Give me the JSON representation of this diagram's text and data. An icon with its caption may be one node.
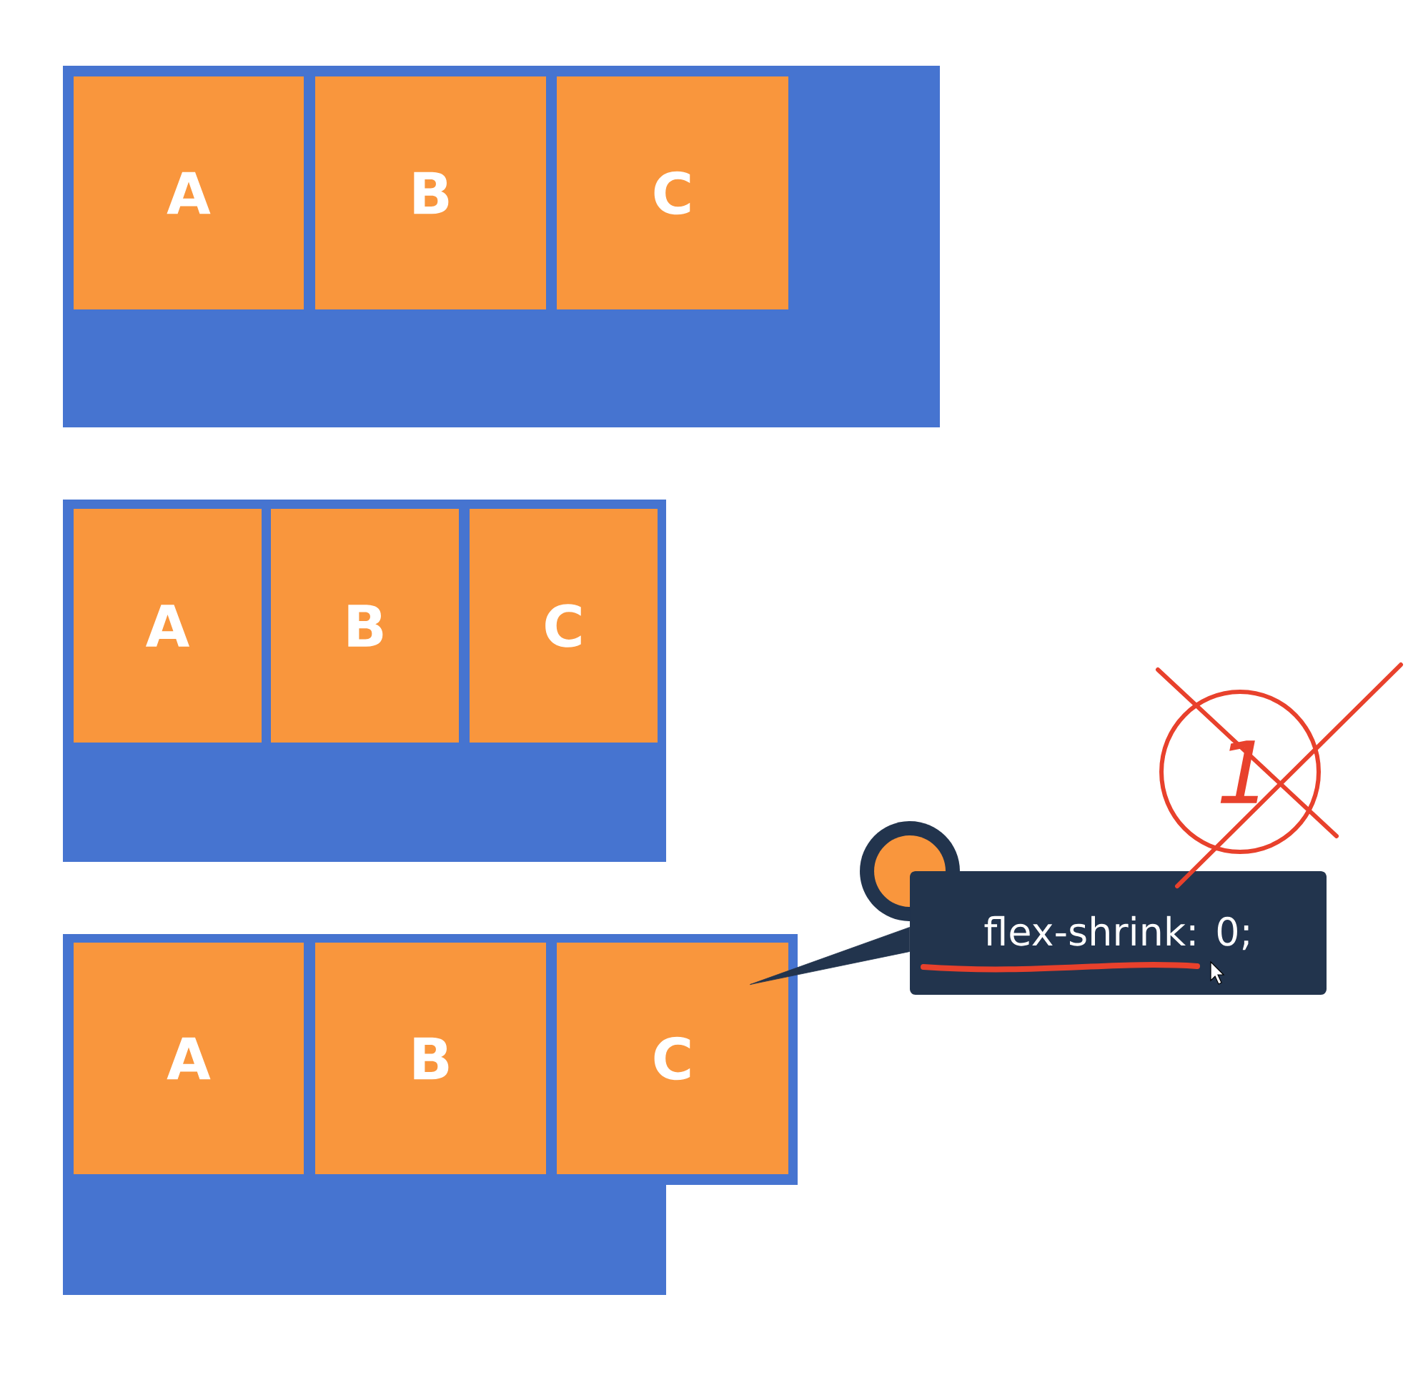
{
  "diagram": {
    "nodes": [
      {
        "text": [],
        "shape": "box"
      },
      {
        "text": [
          "A"
        ],
        "in": 0
      },
      {
        "text": [
          "B"
        ],
        "in": 0
      },
      {
        "text": [
          "C"
        ],
        "in": 0
      },
      {
        "text": [],
        "shape": "box"
      },
      {
        "text": [
          "A"
        ],
        "in": 4
      },
      {
        "text": [
          "B"
        ],
        "in": 4
      },
      {
        "text": [
          "C"
        ],
        "in": 4
      },
      {
        "text": [],
        "shape": "box"
      },
      {
        "text": [
          "A"
        ],
        "in": 8
      },
      {
        "text": [
          "B"
        ],
        "in": 8
      },
      {
        "text": [
          "C"
        ],
        "in": 8
      },
      {
        "text": [
          "flex-shrink: 0;"
        ]
      }
    ],
    "edges": [
      {
        "from": 12,
        "to": 11,
        "arrow": "none"
      }
    ],
    "labels": [
      "1"
    ]
  }
}
